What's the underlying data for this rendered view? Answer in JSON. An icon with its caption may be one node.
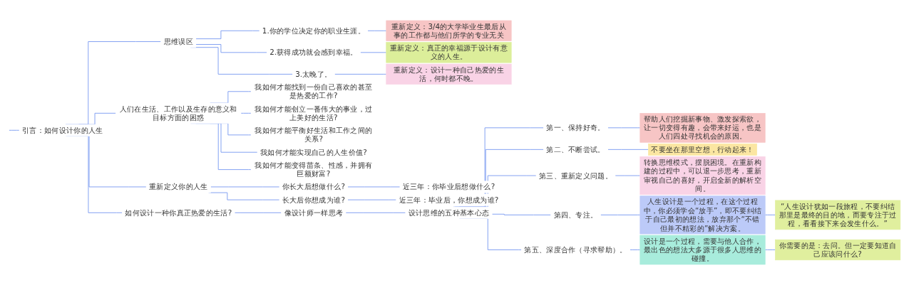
{
  "diagram": {
    "nodes": [
      {
        "text": [
          "引言：如何设计你的人生"
        ]
      },
      {
        "text": [
          "思维误区"
        ]
      },
      {
        "text": [
          "1.你的学位决定你的职业生涯。"
        ]
      },
      {
        "text": [
          "重新定义：3/4的大学毕业生最后从事的工作都与他们所学的专业无关"
        ]
      },
      {
        "text": [
          "2.获得成功就会感到幸福。"
        ]
      },
      {
        "text": [
          "重新定义：真正的幸福源于设计有意义的人生。"
        ]
      },
      {
        "text": [
          "3.太晚了。"
        ]
      },
      {
        "text": [
          "重新定义：设计一种自己热爱的生活，何时都不晚。"
        ]
      },
      {
        "text": [
          "人们在生活、工作以及生存的意义和目标方面的困惑"
        ]
      },
      {
        "text": [
          "我如何才能找到一份自己喜欢的甚至是热爱的工作?"
        ]
      },
      {
        "text": [
          "我如何才能创立一番伟大的事业，过上美好的生活?"
        ]
      },
      {
        "text": [
          "我如何才能平衡好生活和工作之间的关系?"
        ]
      },
      {
        "text": [
          "我如何才能实现自己的人生价值?"
        ]
      },
      {
        "text": [
          "我如何才能变得苗条、性感，并拥有巨额财富?"
        ]
      },
      {
        "text": [
          "重新定义你的人生"
        ]
      },
      {
        "text": [
          "你长大后想做什么?"
        ]
      },
      {
        "text": [
          "近三年：你毕业后想做什么?"
        ]
      },
      {
        "text": [
          "长大后你想成为谁?"
        ]
      },
      {
        "text": [
          "近三年：毕业后，你想成为谁?"
        ]
      },
      {
        "text": [
          "如何设计一种你真正热爱的生活?"
        ]
      },
      {
        "text": [
          "像设计师一样思考"
        ]
      },
      {
        "text": [
          "设计思维的五种基本心态"
        ]
      },
      {
        "text": [
          "第一、保持好奇。"
        ]
      },
      {
        "text": [
          "帮助人们挖掘新事物、激发探索欲，让一切变得有趣，会带来好运，也是人们四处寻找机会的原因。"
        ]
      },
      {
        "text": [
          "第二、不断尝试。"
        ]
      },
      {
        "text": [
          "不要坐在那里空想，行动起来！"
        ]
      },
      {
        "text": [
          "第三、重新定义问题。"
        ]
      },
      {
        "text": [
          "转换思维模式，摆脱困境。在重新构建的过程中，可以退一步思考，重新审视自己的喜好，开启全新的解析空间。"
        ]
      },
      {
        "text": [
          "第四、专注。"
        ]
      },
      {
        "text": [
          "人生设计是一个过程，在这个过程中，你必须学会“放手”，即不要纠结于自己最初的想法，放弃那个“不错但并不精彩的”解决方案。"
        ]
      },
      {
        "text": [
          "“人生设计犹如一段旅程，不要纠结那里是最终的目的地，而要专注于过程，看看接下来会发生什么。”"
        ]
      },
      {
        "text": [
          "第五、深度合作（寻求帮助）。"
        ]
      },
      {
        "text": [
          "设计是一个过程，需要与他人合作，最出色的想法大多源于很多人思维的碰撞。"
        ]
      },
      {
        "text": [
          "你需要的是：去问。但一定要知道自己应该问什么?"
        ]
      }
    ],
    "edges": [
      {
        "from": null,
        "to": 0,
        "arrow": "none"
      },
      {
        "from": 0,
        "to": 1,
        "arrow": "none"
      },
      {
        "from": 1,
        "to": 2,
        "arrow": "none"
      },
      {
        "from": 2,
        "to": 3,
        "arrow": "none"
      },
      {
        "from": 1,
        "to": 4,
        "arrow": "none"
      },
      {
        "from": 4,
        "to": 5,
        "arrow": "none"
      },
      {
        "from": 1,
        "to": 6,
        "arrow": "none"
      },
      {
        "from": 6,
        "to": 7,
        "arrow": "none"
      },
      {
        "from": 0,
        "to": 8,
        "arrow": "none"
      },
      {
        "from": 8,
        "to": 9,
        "arrow": "none"
      },
      {
        "from": 8,
        "to": 10,
        "arrow": "none"
      },
      {
        "from": 8,
        "to": 11,
        "arrow": "none"
      },
      {
        "from": 8,
        "to": 12,
        "arrow": "none"
      },
      {
        "from": 8,
        "to": 13,
        "arrow": "none"
      },
      {
        "from": 0,
        "to": 14,
        "arrow": "none"
      },
      {
        "from": 14,
        "to": 15,
        "arrow": "none"
      },
      {
        "from": 15,
        "to": 16,
        "arrow": "none"
      },
      {
        "from": 14,
        "to": 17,
        "arrow": "none"
      },
      {
        "from": 17,
        "to": 18,
        "arrow": "none"
      },
      {
        "from": 0,
        "to": 19,
        "arrow": "none"
      },
      {
        "from": 19,
        "to": 20,
        "arrow": "none"
      },
      {
        "from": 20,
        "to": 21,
        "arrow": "none"
      },
      {
        "from": 21,
        "to": 22,
        "arrow": "none"
      },
      {
        "from": 22,
        "to": 23,
        "arrow": "none"
      },
      {
        "from": 21,
        "to": 24,
        "arrow": "none"
      },
      {
        "from": 24,
        "to": 25,
        "arrow": "none"
      },
      {
        "from": 21,
        "to": 26,
        "arrow": "none"
      },
      {
        "from": 26,
        "to": 27,
        "arrow": "none"
      },
      {
        "from": 21,
        "to": 28,
        "arrow": "none"
      },
      {
        "from": 28,
        "to": 29,
        "arrow": "none"
      },
      {
        "from": 29,
        "to": 30,
        "arrow": "none"
      },
      {
        "from": 21,
        "to": 31,
        "arrow": "none"
      },
      {
        "from": 31,
        "to": 32,
        "arrow": "none"
      },
      {
        "from": 32,
        "to": 33,
        "arrow": "none"
      }
    ]
  }
}
